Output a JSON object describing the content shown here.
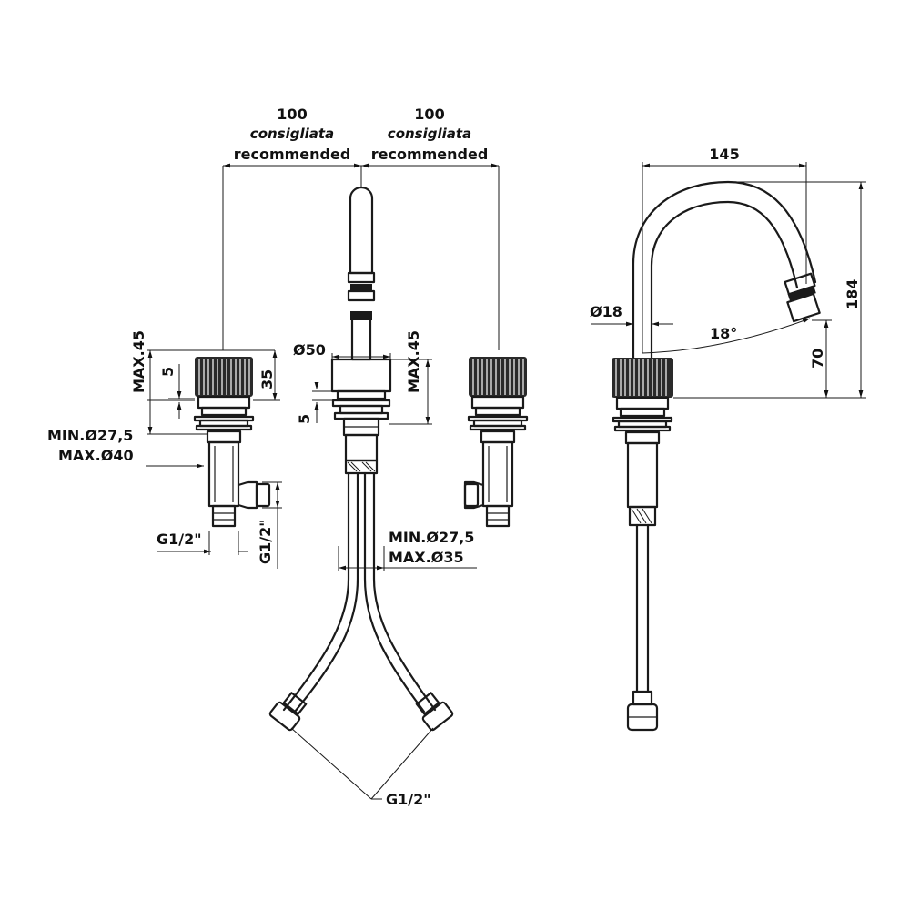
{
  "dimensions": {
    "spacing_left": {
      "value": "100",
      "note_it": "consigliata",
      "note_en": "recommended"
    },
    "spacing_right": {
      "value": "100",
      "note_it": "consigliata",
      "note_en": "recommended"
    },
    "left_max45": "MAX.45",
    "left_5": "5",
    "left_35": "35",
    "left_min_dia": "MIN.Ø27,5",
    "left_max_dia": "MAX.Ø40",
    "left_g12": "G1/2\"",
    "left_g12_vert": "G1/2\"",
    "center_dia50": "Ø50",
    "center_5": "5",
    "center_max45": "MAX.45",
    "center_min_dia": "MIN.Ø27,5",
    "center_max_dia": "MAX.Ø35",
    "hoses_g12": "G1/2\"",
    "side_145": "145",
    "side_184": "184",
    "side_70": "70",
    "side_dia18": "Ø18",
    "side_angle": "18°"
  }
}
